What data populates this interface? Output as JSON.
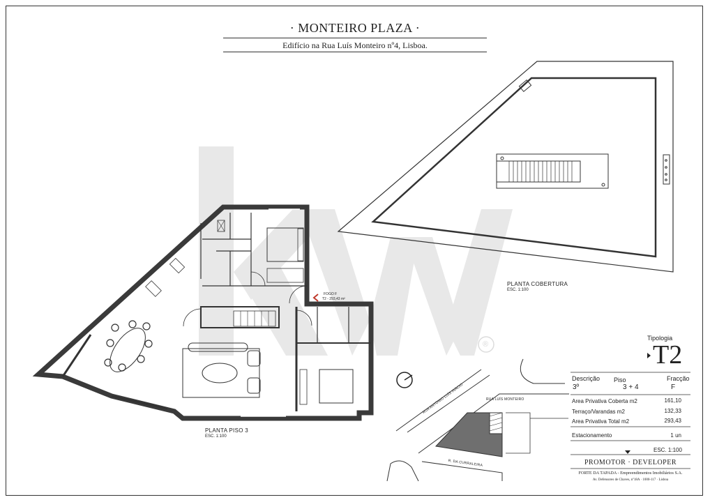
{
  "header": {
    "title": "· MONTEIRO PLAZA ·",
    "subtitle": "Edifício na Rua Luís Monteiro nº4, Lisboa."
  },
  "plans": {
    "floor": {
      "label": "PLANTA PISO 3",
      "scale": "ESC. 1:100"
    },
    "roof": {
      "label": "PLANTA COBERTURA",
      "scale": "ESC. 1:100"
    },
    "unit_tag": {
      "line1": "FOGO F",
      "line2": "T2 - 293,43 m²"
    }
  },
  "watermark": {
    "text": "kw",
    "registered": "®"
  },
  "location_map": {
    "streets": [
      "RUA LUÍS MONTEIRO",
      "RUA ANTÓNIO LUÍS INÁCIO",
      "R. DA CURRALEIRA"
    ]
  },
  "title_block": {
    "typology_label": "Tipologia",
    "typology_value": "T2",
    "headers": {
      "descricao": "Descrição",
      "piso": "Piso",
      "fraccao": "Fracção"
    },
    "values": {
      "descricao": "3º",
      "piso": "3 + 4",
      "fraccao": "F"
    },
    "areas": [
      {
        "label": "Area Privativa Coberta m2",
        "value": "161,10"
      },
      {
        "label": "Terraço/Varandas m2",
        "value": "132,33"
      },
      {
        "label": "Area Privativa Total m2",
        "value": "293,43"
      }
    ],
    "parking": {
      "label": "Estacionamento",
      "value": "1 un"
    },
    "scale": "ESC. 1:100",
    "promoter_label": "PROMOTOR · DEVELOPER",
    "company": "FORTE DA TAPADA - Empreendimentos Imobiliários S.A.",
    "address": "Av. Defensores de Chaves, nº18A · 1000-117 · Lisboa"
  },
  "colors": {
    "wall": "#3a3a3a",
    "watermark": "#e6e6e6",
    "line": "#333333"
  }
}
